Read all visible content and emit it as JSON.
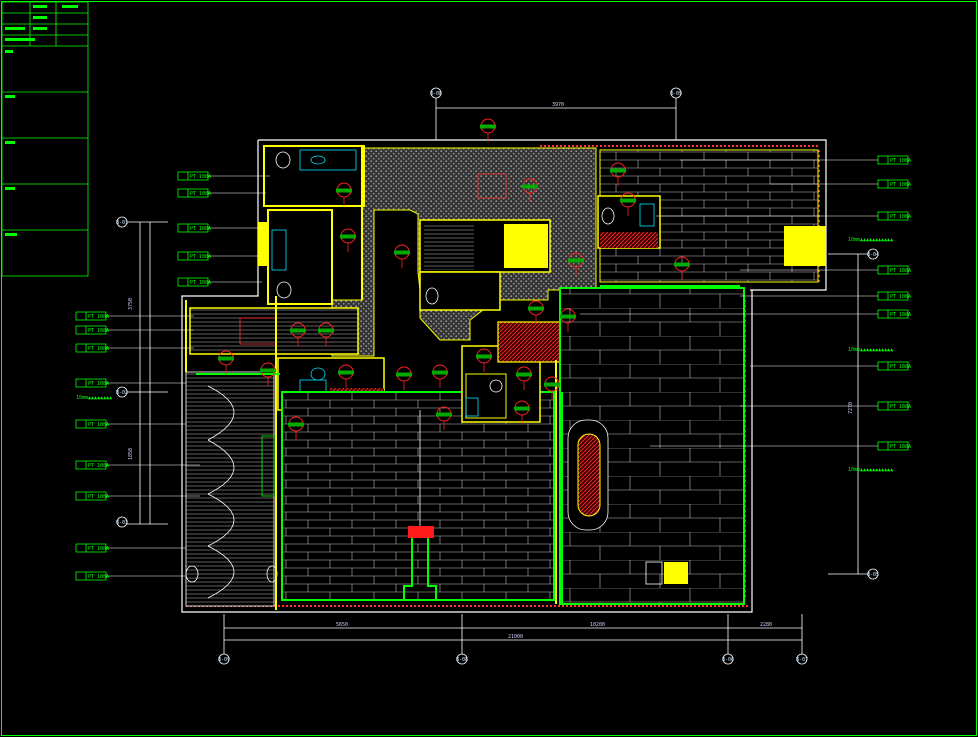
{
  "colors": {
    "background": "#000000",
    "frame": "#00ff00",
    "wall": "#ffff00",
    "tag": "#ff2020",
    "tile": "#9a9a9a",
    "dimension": "#ffffff"
  },
  "title_block": {
    "rows": [
      {
        "label": "",
        "value": ""
      },
      {
        "label": "",
        "value": ""
      },
      {
        "label": "",
        "value": ""
      }
    ],
    "sections": [
      "",
      "",
      "",
      ""
    ]
  },
  "dimensions": {
    "top": "3970",
    "bottom_left": "5650",
    "bottom_mid": "10200",
    "bottom_right": "2280",
    "bottom_total": "21000",
    "left_v": "3750",
    "left_v2": "1850",
    "right_v": "7270"
  },
  "grid_bubbles": {
    "top": [
      "B-08",
      "B-09"
    ],
    "bottom": [
      "B-09",
      "B-08",
      "B-06",
      "B-07"
    ],
    "left": [
      "B-01",
      "B-02",
      "B-03"
    ],
    "right": [
      "B-04",
      "B-05"
    ]
  },
  "left_callouts": [
    "PT 108A",
    "PT 108A",
    "PT 108A",
    "PT 108A",
    "PT 108A",
    "PT 108A",
    "PT 108A",
    "PT 108A",
    "PT 108A",
    "PT 108A",
    "PT 108A",
    "PT 108A",
    "PT 108A",
    "PT 108A"
  ],
  "left_note": "10mm▲▲▲▲▲▲▲▲",
  "right_callouts": [
    "PT 108A",
    "PT 108A",
    "PT 108A",
    "PT 108A",
    "PT 108A",
    "PT 108A",
    "PT 108A",
    "PT 108A",
    "PT 108A"
  ],
  "right_notes": [
    "10mm▲▲▲▲▲▲▲▲▲▲▲",
    "10mm▲▲▲▲▲▲▲▲▲▲▲",
    "10mm▲▲▲▲▲▲▲▲▲▲▲"
  ]
}
